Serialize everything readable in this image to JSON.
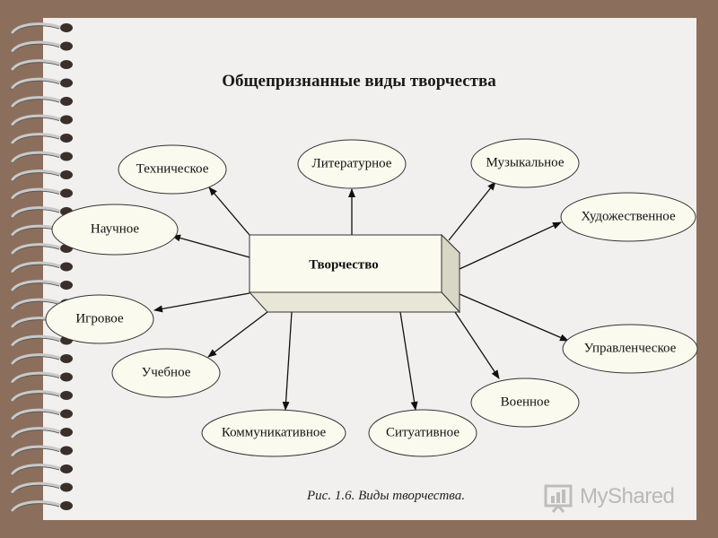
{
  "title": "Общепризнанные виды творчества",
  "center": "Творчество",
  "nodes": [
    {
      "id": "technical",
      "label": "Техническое"
    },
    {
      "id": "literary",
      "label": "Литературное"
    },
    {
      "id": "musical",
      "label": "Музыкальное"
    },
    {
      "id": "scientific",
      "label": "Научное"
    },
    {
      "id": "artistic",
      "label": "Художественное"
    },
    {
      "id": "game",
      "label": "Игровое"
    },
    {
      "id": "managerial",
      "label": "Управленческое"
    },
    {
      "id": "educational",
      "label": "Учебное"
    },
    {
      "id": "military",
      "label": "Военное"
    },
    {
      "id": "communicative",
      "label": "Коммуникативное"
    },
    {
      "id": "situational",
      "label": "Ситуативное"
    }
  ],
  "caption": "Рис. 1.6. Виды творчества.",
  "watermark": "MyShared",
  "colors": {
    "background": "#8b6f5c",
    "page": "#f2f0ee",
    "ellipse_fill": "#fbfaef",
    "box_fill": "#fbfaef",
    "box_side": "#d8d6c4"
  }
}
